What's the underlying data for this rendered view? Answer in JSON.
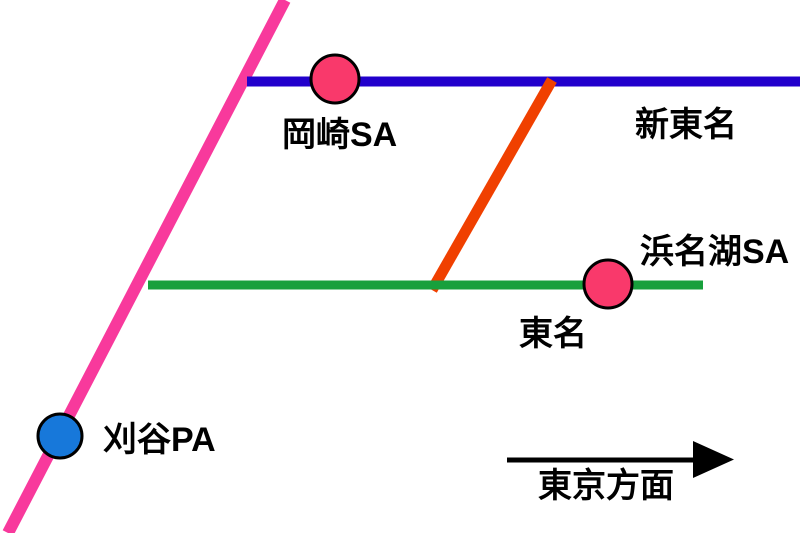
{
  "map": {
    "background_color": "#FFFFFF",
    "label_color": "#000000",
    "marker_outline_color": "#000000",
    "diagonal_line_color": "#F8399C",
    "connector_color": "#F04000",
    "shin_tomei": {
      "label": "新東名",
      "color": "#2200CC"
    },
    "tomei": {
      "label": "東名",
      "color": "#18A03C"
    },
    "stations": {
      "okazaki": {
        "label": "岡崎SA",
        "marker_color": "#F9396B"
      },
      "hamanako": {
        "label": "浜名湖SA",
        "marker_color": "#F9396B"
      },
      "kariya": {
        "label": "刈谷PA",
        "marker_color": "#1778DA"
      }
    },
    "direction": {
      "label": "東京方面",
      "arrow_color": "#000000"
    }
  }
}
